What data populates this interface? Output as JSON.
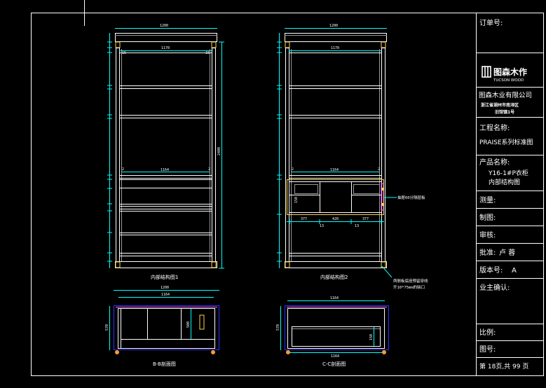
{
  "title_block": {
    "order_no_label": "订单号:",
    "brand_name": "图森木作",
    "brand_en": "TUCSON WOOD",
    "company": "图森木业有限公司",
    "address_line1": "浙江省湖州市南浔区",
    "address_line2": "旧馆镇1号",
    "project_label": "工程名称:",
    "project_value": "PRAISE系列标准图",
    "product_label": "产品名称:",
    "product_value1": "Y16-1#P衣柜",
    "product_value2": "内部结构图",
    "survey_label": "测量:",
    "drawn_label": "制图:",
    "review_label": "审核:",
    "approve_label": "批准:",
    "approve_value": "卢  蓉",
    "version_label": "版本号:",
    "version_value": "A",
    "owner_label": "业主确认:",
    "scale_label": "比例:",
    "drawing_no_label": "图号:",
    "page_info": "第 18页,共 99 页"
  },
  "views": {
    "view1_title": "内部结构图1",
    "view2_title": "内部结构图2",
    "section_b_title": "B-B剖面图",
    "section_c_title": "C-C剖面图"
  },
  "notes": {
    "drawer_note": "抽屉60分隔层板",
    "hole_note1": "两侧板底座预留穿线",
    "hole_note2": "开10*75mm的缺口"
  },
  "dims": {
    "v1_top_width": "1200",
    "v1_inner_width": "1170",
    "v1_side_left": "15",
    "v1_side_right": "15",
    "v1_shelf_width": "1164",
    "v1_total_height": "2400",
    "v1_shelf_edge_left": "2",
    "v1_shelf_edge_right": "2",
    "v2_top_width": "1200",
    "v2_inner_width": "1170",
    "v2_shelf_width": "1164",
    "v2_drawer_w1": "377",
    "v2_drawer_w2": "420",
    "v2_drawer_w3": "377",
    "v2_gap1": "13",
    "v2_gap2": "13",
    "v2_edge_left": "2",
    "v2_edge_right": "2",
    "v2_dim_150": "150",
    "b_outer_width": "1200",
    "b_inner_width": "1164",
    "b_depth": "570",
    "b_inner_depth": "500",
    "c_outer_width": "1164",
    "c_bottom_width": "1164",
    "c_depth": "570",
    "c_drawer_depth": "150"
  },
  "colors": {
    "background": "#000000",
    "line_white": "#ffffff",
    "line_cyan": "#00ffff",
    "line_yellow": "#ffd24a",
    "line_magenta": "#ff66ff",
    "line_blue": "#3030ff",
    "line_grey": "#9a9a9a",
    "line_orange": "#ff9933"
  }
}
